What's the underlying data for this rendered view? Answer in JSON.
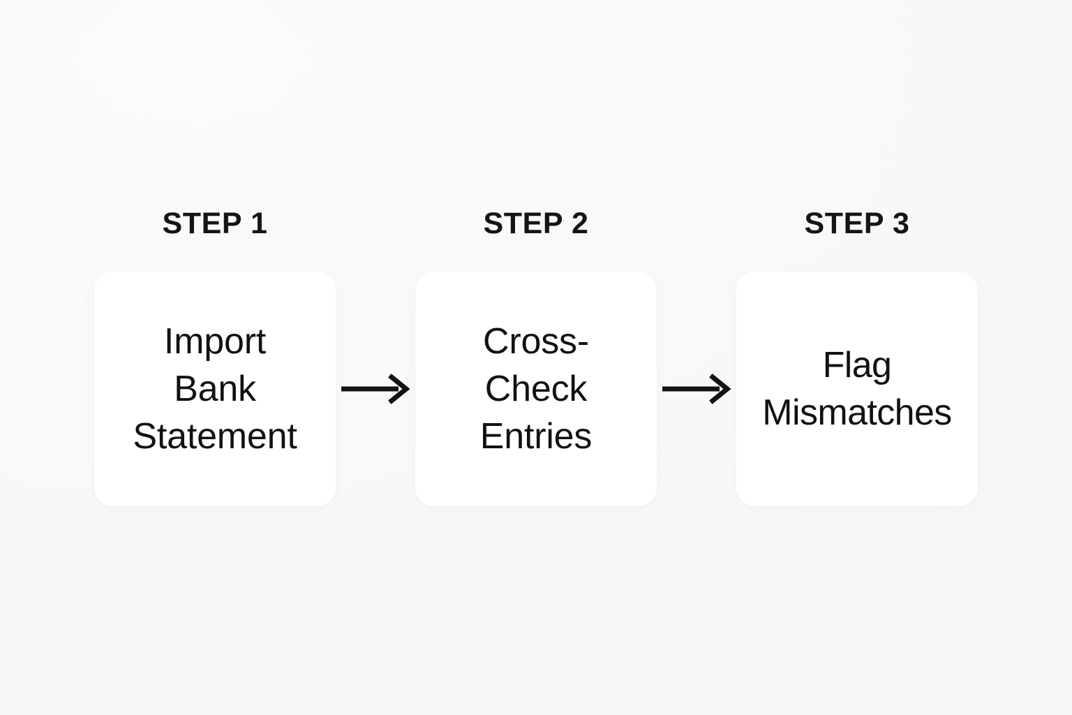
{
  "diagram": {
    "title": "Three step reconciliation process flow",
    "background_color": "#f9f8f6",
    "card_color": "#ffffff",
    "text_color": "#111111",
    "arrow_color": "#131313",
    "steps": [
      {
        "label": "STEP 1",
        "card_text": "Import\nBank\nStatement"
      },
      {
        "label": "STEP 2",
        "card_text": "Cross-\nCheck\nEntries"
      },
      {
        "label": "STEP 3",
        "card_text": "Flag\nMismatches"
      }
    ],
    "connectors": [
      {
        "name": "arrow-right",
        "from": "STEP 1",
        "to": "STEP 2"
      },
      {
        "name": "arrow-right",
        "from": "STEP 2",
        "to": "STEP 3"
      }
    ]
  }
}
